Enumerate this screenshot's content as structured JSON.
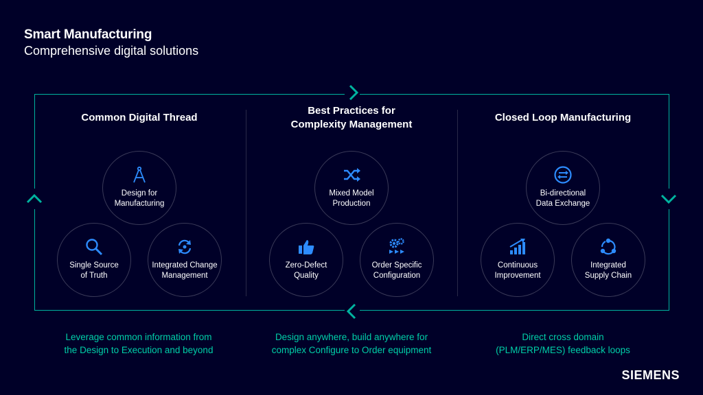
{
  "header": {
    "title": "Smart Manufacturing",
    "subtitle": "Comprehensive digital solutions"
  },
  "colors": {
    "background": "#000028",
    "accent": "#00b4a0",
    "caption": "#00cfa8",
    "icon": "#2d8cff"
  },
  "columns": [
    {
      "title_line1": "Common Digital  Thread",
      "title_line2": "",
      "items": [
        {
          "icon": "compass-icon",
          "line1": "Design for",
          "line2": "Manufacturing"
        },
        {
          "icon": "magnifier-icon",
          "line1": "Single Source",
          "line2": "of Truth"
        },
        {
          "icon": "sync-icon",
          "line1": "Integrated Change",
          "line2": "Management"
        }
      ],
      "caption_line1": "Leverage common information from",
      "caption_line2": "the Design to Execution and beyond"
    },
    {
      "title_line1": "Best Practices for",
      "title_line2": "Complexity  Management",
      "items": [
        {
          "icon": "shuffle-icon",
          "line1": "Mixed Model",
          "line2": "Production"
        },
        {
          "icon": "thumbs-up-icon",
          "line1": "Zero-Defect",
          "line2": "Quality"
        },
        {
          "icon": "gears-icon",
          "line1": "Order Specific",
          "line2": "Configuration"
        }
      ],
      "caption_line1": "Design anywhere,  build anywhere for",
      "caption_line2": "complex Configure to Order equipment"
    },
    {
      "title_line1": "Closed Loop Manufacturing",
      "title_line2": "",
      "items": [
        {
          "icon": "exchange-icon",
          "line1": "Bi-directional",
          "line2": "Data Exchange"
        },
        {
          "icon": "growth-chart-icon",
          "line1": "Continuous",
          "line2": "Improvement"
        },
        {
          "icon": "cycle-icon",
          "line1": "Integrated",
          "line2": "Supply Chain"
        }
      ],
      "caption_line1": "Direct cross domain",
      "caption_line2": "(PLM/ERP/MES) feedback loops"
    }
  ],
  "logo": "SIEMENS"
}
